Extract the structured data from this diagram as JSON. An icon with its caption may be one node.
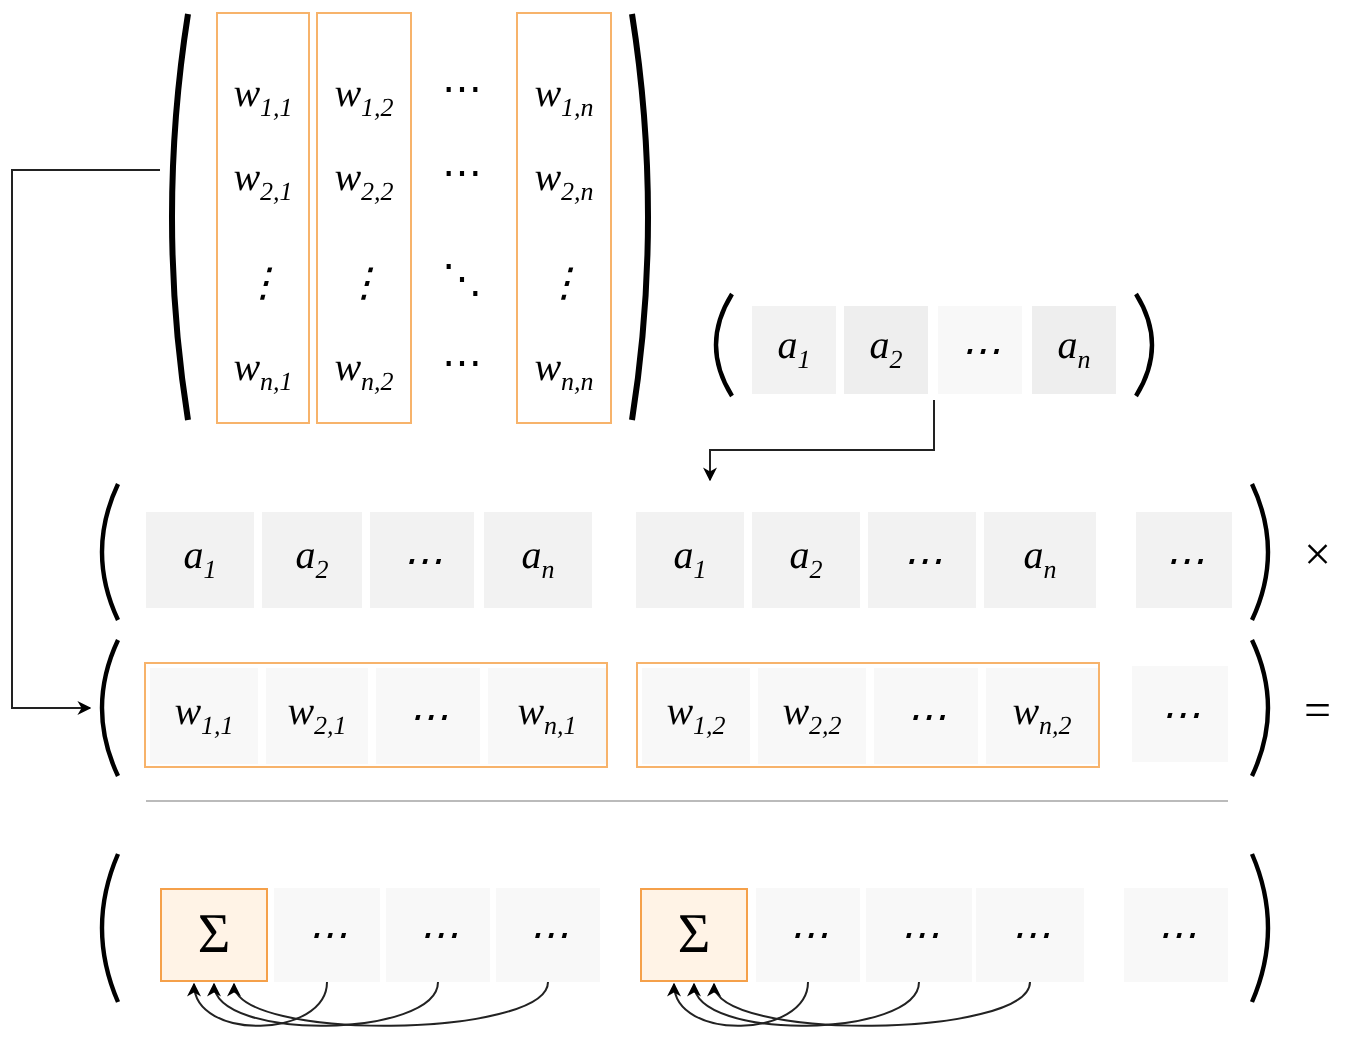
{
  "diagram": {
    "nodes": [
      {
        "text": [
          "⋯",
          "⋯",
          "⋱",
          "⋯"
        ]
      },
      {
        "text": [
          "w$_{1,1}$",
          "w$_{2,1}$",
          "⋮",
          "w$_{n,1}$"
        ],
        "in": 0
      },
      {
        "text": [
          "w$_{1,2}$",
          "w$_{2,2}$",
          "⋮",
          "w$_{n,2}$"
        ],
        "in": 0
      },
      {
        "text": [
          "w$_{1,n}$",
          "w$_{2,n}$",
          "⋮",
          "w$_{n,n}$"
        ],
        "in": 0
      },
      {
        "text": [],
        "shape": "box"
      },
      {
        "text": [
          "a$_{1}$"
        ],
        "in": 4
      },
      {
        "text": [
          "a$_{2}$"
        ],
        "in": 4
      },
      {
        "text": [
          "⋯"
        ],
        "in": 4
      },
      {
        "text": [
          "a$_{n}$"
        ],
        "in": 4
      },
      {
        "text": [],
        "shape": "box",
        "beside": [
          "×"
        ]
      },
      {
        "text": [
          "a$_{1}$"
        ],
        "in": 9
      },
      {
        "text": [
          "a$_{2}$"
        ],
        "in": 9
      },
      {
        "text": [
          "⋯"
        ],
        "in": 9
      },
      {
        "text": [
          "a$_{n}$"
        ],
        "in": 9
      },
      {
        "text": [
          "a$_{1}$"
        ],
        "in": 9
      },
      {
        "text": [
          "a$_{2}$"
        ],
        "in": 9
      },
      {
        "text": [
          "⋯"
        ],
        "in": 9
      },
      {
        "text": [
          "a$_{n}$"
        ],
        "in": 9
      },
      {
        "text": [
          "⋯"
        ],
        "in": 9
      },
      {
        "text": [],
        "shape": "box",
        "beside": [
          "="
        ]
      },
      {
        "text": [],
        "shape": "box",
        "in": 19
      },
      {
        "text": [
          "w$_{1,1}$"
        ],
        "in": 20
      },
      {
        "text": [
          "w$_{2,1}$"
        ],
        "in": 20
      },
      {
        "text": [
          "⋯"
        ],
        "in": 20
      },
      {
        "text": [
          "w$_{n,1}$"
        ],
        "in": 20
      },
      {
        "text": [],
        "shape": "box",
        "in": 19
      },
      {
        "text": [
          "w$_{1,2}$"
        ],
        "in": 25
      },
      {
        "text": [
          "w$_{2,2}$"
        ],
        "in": 25
      },
      {
        "text": [
          "⋯"
        ],
        "in": 25
      },
      {
        "text": [
          "w$_{n,2}$"
        ],
        "in": 25
      },
      {
        "text": [
          "⋯"
        ],
        "in": 19
      },
      {
        "text": [],
        "shape": "box"
      },
      {
        "text": [
          "Σ"
        ],
        "in": 31
      },
      {
        "text": [
          "⋯"
        ],
        "in": 31
      },
      {
        "text": [
          "⋯"
        ],
        "in": 31
      },
      {
        "text": [
          "⋯"
        ],
        "in": 31
      },
      {
        "text": [
          "Σ"
        ],
        "in": 31
      },
      {
        "text": [
          "⋯"
        ],
        "in": 31
      },
      {
        "text": [
          "⋯"
        ],
        "in": 31
      },
      {
        "text": [
          "⋯"
        ],
        "in": 31
      },
      {
        "text": [
          "⋯"
        ],
        "in": 31
      }
    ],
    "edges": [
      {
        "from": 0,
        "to": 19,
        "arrow": "to"
      },
      {
        "from": 4,
        "to": 9,
        "arrow": "to"
      },
      {
        "from": 33,
        "to": 32,
        "arrow": "to"
      },
      {
        "from": 34,
        "to": 32,
        "arrow": "to"
      },
      {
        "from": 35,
        "to": 32,
        "arrow": "to"
      },
      {
        "from": 37,
        "to": 36,
        "arrow": "to"
      },
      {
        "from": 38,
        "to": 36,
        "arrow": "to"
      },
      {
        "from": 39,
        "to": 36,
        "arrow": "to"
      }
    ]
  }
}
